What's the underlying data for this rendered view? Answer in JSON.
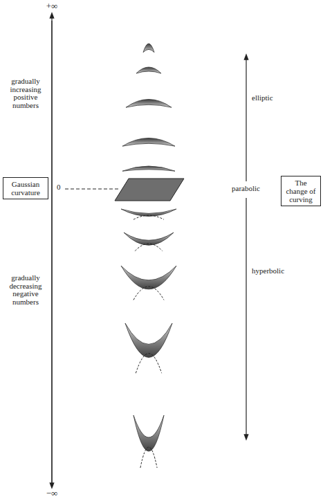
{
  "diagram": {
    "nodes": [
      {
        "text": [
          "Gaussian curvature"
        ]
      },
      {
        "text": [
          "The change of curving"
        ]
      }
    ],
    "labels": [
      "+∞",
      "gradually increasing positive numbers",
      "0",
      "gradually decreasing negative numbers",
      "−∞",
      "elliptic",
      "parabolic",
      "hyperbolic"
    ]
  }
}
